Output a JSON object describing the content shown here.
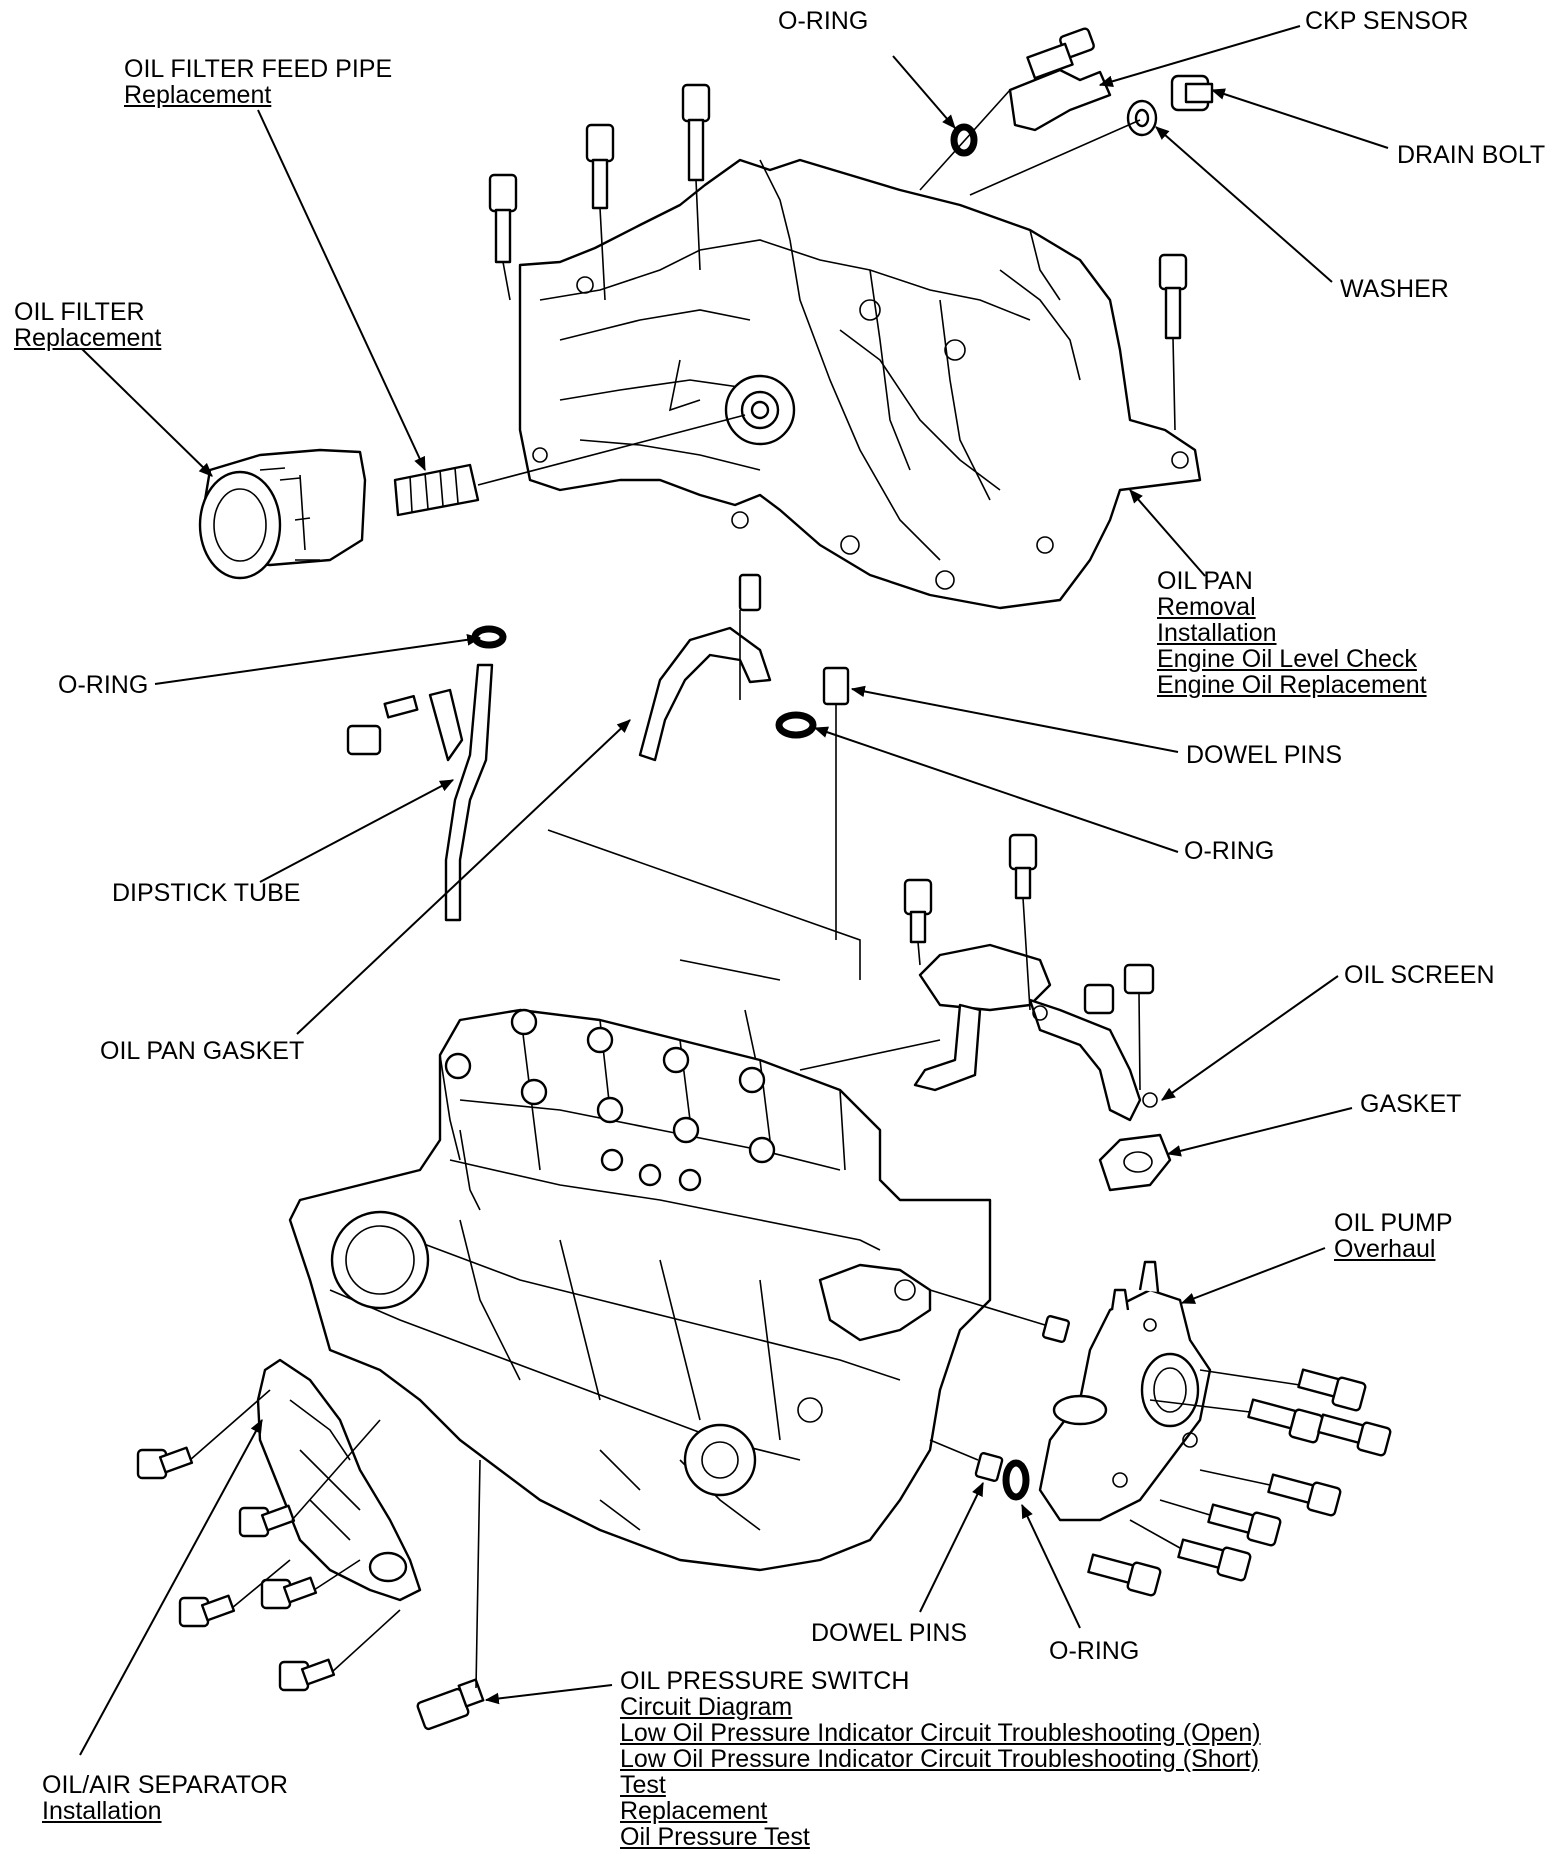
{
  "labels": {
    "o_ring_top": {
      "title": "O-RING"
    },
    "ckp_sensor": {
      "title": "CKP SENSOR"
    },
    "oil_filter_feed_pipe": {
      "title": "OIL FILTER FEED PIPE",
      "links": [
        "Replacement"
      ]
    },
    "drain_bolt": {
      "title": "DRAIN BOLT"
    },
    "washer": {
      "title": "WASHER"
    },
    "oil_filter": {
      "title": "OIL FILTER",
      "links": [
        "Replacement"
      ]
    },
    "oil_pan": {
      "title": "OIL PAN",
      "links": [
        "Removal",
        "Installation",
        "Engine Oil Level Check",
        "Engine Oil Replacement"
      ]
    },
    "o_ring_dipstick": {
      "title": "O-RING"
    },
    "dowel_pins_upper": {
      "title": "DOWEL PINS"
    },
    "o_ring_middle": {
      "title": "O-RING"
    },
    "dipstick_tube": {
      "title": "DIPSTICK TUBE"
    },
    "oil_screen": {
      "title": "OIL SCREEN"
    },
    "oil_pan_gasket": {
      "title": "OIL PAN GASKET"
    },
    "gasket": {
      "title": "GASKET"
    },
    "oil_pump": {
      "title": "OIL PUMP",
      "links": [
        "Overhaul"
      ]
    },
    "dowel_pins_lower": {
      "title": "DOWEL PINS"
    },
    "o_ring_bottom": {
      "title": "O-RING"
    },
    "oil_pressure_switch": {
      "title": "OIL PRESSURE SWITCH",
      "links": [
        "Circuit Diagram",
        "Low Oil Pressure Indicator Circuit Troubleshooting (Open)",
        "Low Oil Pressure Indicator Circuit Troubleshooting (Short)",
        "Test",
        "Replacement",
        "Oil Pressure Test"
      ]
    },
    "oil_air_separator": {
      "title": "OIL/AIR SEPARATOR",
      "links": [
        "Installation"
      ]
    }
  }
}
